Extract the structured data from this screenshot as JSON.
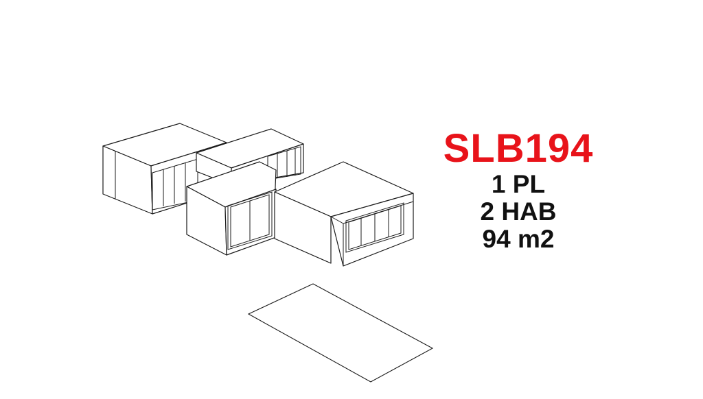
{
  "model": {
    "code": "SLB194",
    "code_color": "#e8131a",
    "floors": "1 PL",
    "rooms": "2 HAB",
    "area": "94 m2"
  }
}
